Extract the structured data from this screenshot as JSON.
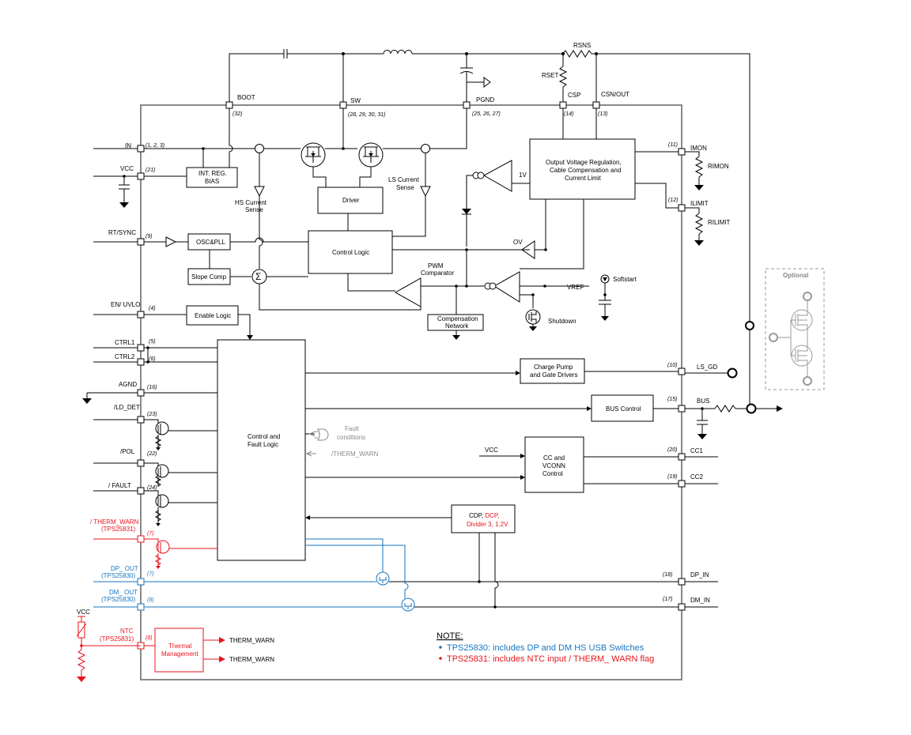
{
  "pins_left": {
    "in": "IN",
    "in_num": "(1, 2, 3)",
    "vcc": "VCC",
    "vcc_num": "(21)",
    "rtsync": "RT/SYNC",
    "rtsync_num": "(9)",
    "en": "EN/ UVLO",
    "en_num": "(4)",
    "ctrl1": "CTRL1",
    "ctrl1_num": "(5)",
    "ctrl2": "CTRL2",
    "ctrl2_num": "(6)",
    "agnd": "AGND",
    "agnd_num": "(16)",
    "lddet": "/LD_DET",
    "lddet_num": "(23)",
    "pol": "/POL",
    "pol_num": "(22)",
    "fault": "/ FAULT",
    "fault_num": "(24)",
    "thermwarn": "/ THERM_WARN",
    "thermwarn_sub": "(TPS25831)",
    "thermwarn_num": "(7)",
    "dpout": "DP_ OUT",
    "dpout_sub": "(TPS25830)",
    "dpout_num": "(7)",
    "dmout": "DM_ OUT",
    "dmout_sub": "(TPS25830)",
    "dmout_num": "(8)",
    "ntc": "NTC",
    "ntc_sub": "(TPS25831)",
    "ntc_num": "(8)",
    "vcc_ext": "VCC"
  },
  "pins_top": {
    "boot": "BOOT",
    "boot_num": "(32)",
    "sw": "SW",
    "sw_num": "(28, 29, 30, 31)",
    "pgnd": "PGND",
    "pgnd_num": "(25, 26, 27)",
    "csp": "CSP",
    "csp_num": "(14)",
    "csnout": "CSN/OUT",
    "csnout_num": "(13)",
    "rsns": "RSNS",
    "rset": "RSET"
  },
  "pins_right": {
    "imon": "IMON",
    "imon_num": "(11)",
    "rimon": "RIMON",
    "ilimit": "ILIMIT",
    "ilimit_num": "(12)",
    "rilimit": "RILIMIT",
    "lsgd": "LS_GD",
    "lsgd_num": "(10)",
    "bus": "BUS",
    "bus_num": "(15)",
    "cc1": "CC1",
    "cc1_num": "(20)",
    "cc2": "CC2",
    "cc2_num": "(19)",
    "dpin": "DP_IN",
    "dpin_num": "(18)",
    "dmin": "DM_IN",
    "dmin_num": "(17)"
  },
  "blocks": {
    "intreg_1": "INT. REG.",
    "intreg_2": "BIAS",
    "driver": "Driver",
    "hs_sense_1": "HS Current",
    "hs_sense_2": "Sense",
    "ls_sense_1": "LS Current",
    "ls_sense_2": "Sense",
    "osc": "OSC&PLL",
    "slope": "Slope Comp",
    "control_logic": "Control Logic",
    "pwm_1": "PWM",
    "pwm_2": "Comparator",
    "comp_net_1": "Compensation",
    "comp_net_2": "Network",
    "ovr_1": "Output Voltage Regulation,",
    "ovr_2": "Cable Compensation and",
    "ovr_3": "Current Limit",
    "v1": "1V",
    "ov": "OV",
    "vref": "VREF",
    "softstart": "Softstart",
    "shutdown": "Shutdown",
    "enable": "Enable Logic",
    "cfl_1": "Control and",
    "cfl_2": "Fault Logic",
    "fault_cond_1": "Fault",
    "fault_cond_2": "conditions",
    "therm_warn_in": "/THERM_WARN",
    "charge_pump_1": "Charge Pump",
    "charge_pump_2": "and Gate Drivers",
    "bus_control": "BUS Control",
    "cc_vcc": "VCC",
    "cc_1": "CC and",
    "cc_2": "VCONN",
    "cc_3": "Control",
    "cdp_1a": "CDP, ",
    "cdp_1b": "DCP,",
    "cdp_2": "Divider 3, 1.2V",
    "thermal_1": "Thermal",
    "thermal_2": "Management",
    "therm_warn_out1": "THERM_WARN",
    "therm_warn_out2": "THERM_WARN",
    "optional": "Optional"
  },
  "note": {
    "title": "NOTE:",
    "line1": "TPS25830:  includes DP and DM HS USB Switches",
    "line2": "TPS25831:  includes  NTC input / THERM_ WARN flag"
  },
  "colors": {
    "red": "#e8141c",
    "blue": "#1776c0",
    "gray": "#888888",
    "line": "#000000"
  }
}
